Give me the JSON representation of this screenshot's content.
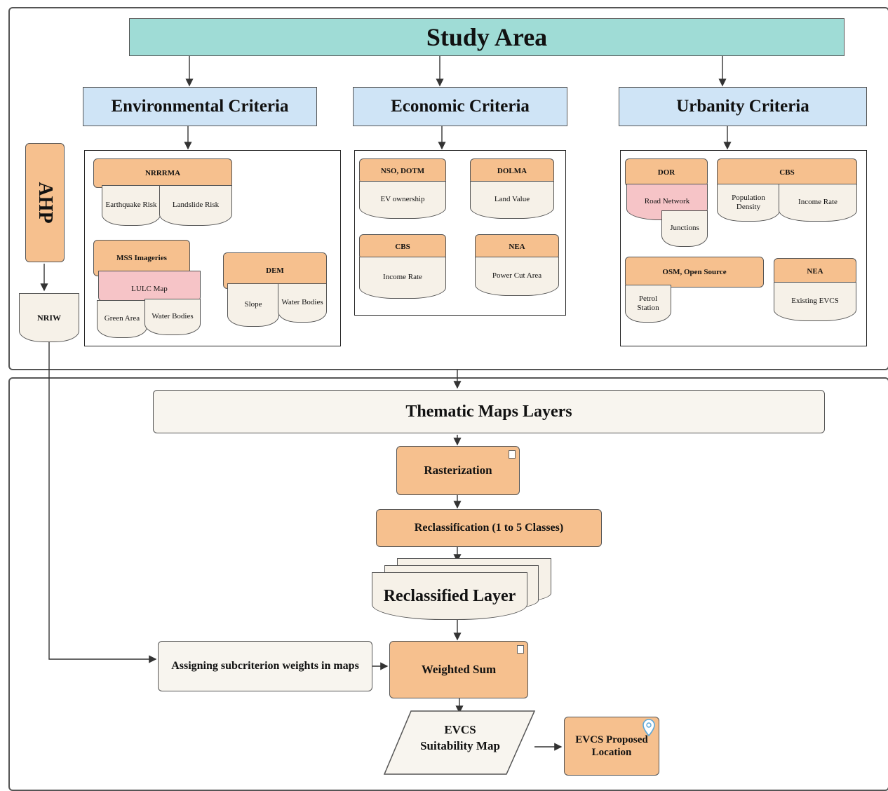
{
  "study_area": "Study Area",
  "criteria": {
    "environmental": "Environmental Criteria",
    "economic": "Economic Criteria",
    "urbanity": "Urbanity Criteria"
  },
  "ahp": "AHP",
  "nriw": "NRIW",
  "environmental": {
    "nrrma": "NRRRMA",
    "earthquake": "Earthquake Risk",
    "landslide": "Landslide Risk",
    "mss": "MSS Imageries",
    "lulc": "LULC Map",
    "green": "Green Area",
    "water_bodies": "Water Bodies",
    "dem": "DEM",
    "slope": "Slope",
    "water_bodies_dem": "Water Bodies"
  },
  "economic": {
    "nso": "NSO, DOTM",
    "ev": "EV ownership",
    "dolma": "DOLMA",
    "land": "Land Value",
    "cbs": "CBS",
    "income": "Income Rate",
    "nea": "NEA",
    "power": "Power Cut Area"
  },
  "urbanity": {
    "dor": "DOR",
    "road": "Road Network",
    "junctions": "Junctions",
    "cbs": "CBS",
    "population": "Population Density",
    "income": "Income Rate",
    "osm": "OSM, Open Source",
    "petrol": "Petrol Station",
    "nea": "NEA",
    "evcs": "Existing EVCS"
  },
  "workflow": {
    "thematic": "Thematic Maps Layers",
    "rasterization": "Rasterization",
    "reclassification": "Reclassification (1 to 5 Classes)",
    "reclassified": "Reclassified Layer",
    "assigning": "Assigning subcriterion weights in maps",
    "weighted": "Weighted Sum",
    "suitability_line1": "EVCS",
    "suitability_line2": "Suitability Map",
    "proposed_line1": "EVCS Proposed",
    "proposed_line2": "Location"
  },
  "colors": {
    "study": "#9fdcd6",
    "criteria": "#cfe4f6",
    "source": "#f6c08e",
    "document": "#f6f1e8",
    "highlight": "#f6c4c7"
  }
}
